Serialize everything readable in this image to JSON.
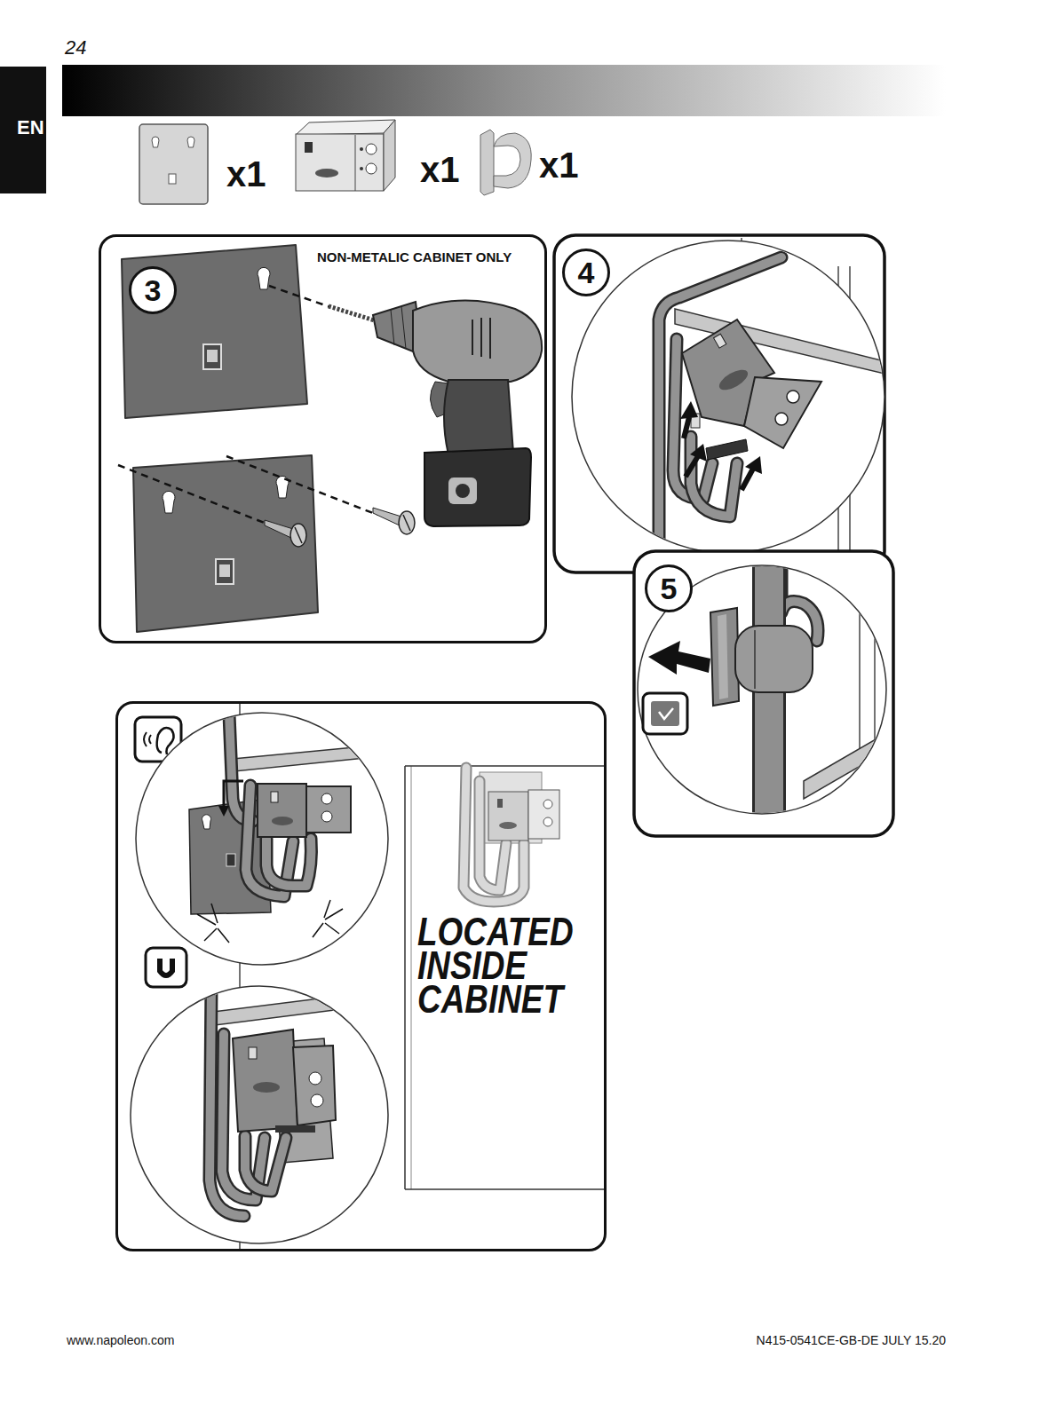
{
  "diagram": {
    "nodes": [
      {
        "text": [
          "EN"
        ]
      },
      {
        "text": [
          "NON-METALIC CABINET ONLY"
        ]
      },
      {
        "text": [
          "3"
        ],
        "in": 1
      },
      {
        "text": [
          "4"
        ]
      },
      {
        "text": [
          "5"
        ]
      },
      {
        "text": [
          "LOCATED INSIDE CABINET"
        ]
      }
    ],
    "labels": [
      "24",
      "x1",
      "x1",
      "x1",
      "www.napoleon.com",
      "N415-0541CE-GB-DE JULY 15.20"
    ]
  }
}
